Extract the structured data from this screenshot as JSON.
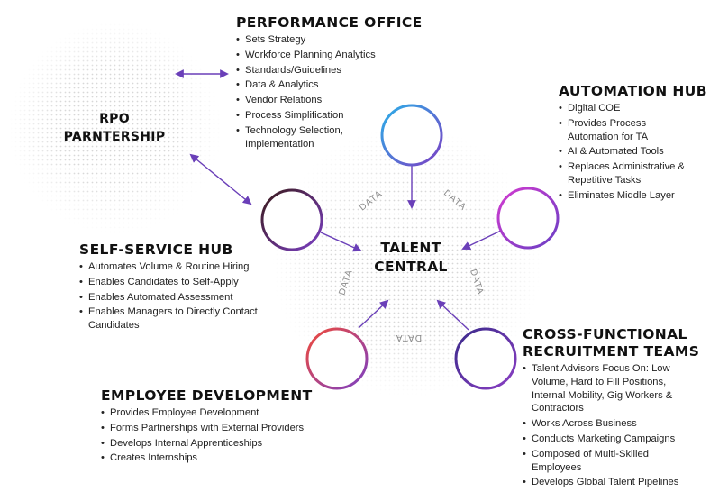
{
  "colors": {
    "arrow": "#6a3fb8",
    "ring_purple": "#7b3fc4",
    "ring_blue": "#2a9fe0",
    "ring_magenta": "#c13bd1",
    "ring_dark": "#3a1a1a",
    "ring_red": "#e8404a",
    "dot_pattern": "#d9d9d9"
  },
  "center": {
    "line1": "TALENT",
    "line2": "CENTRAL"
  },
  "rpo": {
    "line1": "RPO",
    "line2": "PARNTERSHIP"
  },
  "data_label": "DATA",
  "performance_office": {
    "title": "PERFORMANCE OFFICE",
    "items": [
      "Sets Strategy",
      "Workforce Planning Analytics",
      "Standards/Guidelines",
      "Data & Analytics",
      "Vendor Relations",
      "Process Simplification",
      "Technology Selection, Implementation"
    ]
  },
  "automation_hub": {
    "title": "AUTOMATION HUB",
    "items": [
      "Digital COE",
      "Provides Process Automation for TA",
      "AI & Automated Tools",
      "Replaces Administrative & Repetitive Tasks",
      "Eliminates Middle Layer"
    ]
  },
  "self_service_hub": {
    "title": "SELF-SERVICE HUB",
    "items": [
      "Automates Volume & Routine Hiring",
      "Enables Candidates to Self-Apply",
      "Enables Automated Assessment",
      "Enables Managers to Directly Contact Candidates"
    ]
  },
  "cross_functional": {
    "title_line1": "CROSS-FUNCTIONAL",
    "title_line2": "RECRUITMENT TEAMS",
    "items": [
      "Talent Advisors Focus On: Low Volume, Hard to Fill Positions, Internal Mobility, Gig Workers & Contractors",
      "Works Across Business",
      "Conducts Marketing Campaigns",
      "Composed of Multi-Skilled Employees",
      "Develops Global Talent Pipelines"
    ]
  },
  "employee_development": {
    "title": "EMPLOYEE DEVELOPMENT",
    "items": [
      "Provides Employee Development",
      "Forms Partnerships with External Providers",
      "Develops Internal Apprenticeships",
      "Creates Internships"
    ]
  }
}
